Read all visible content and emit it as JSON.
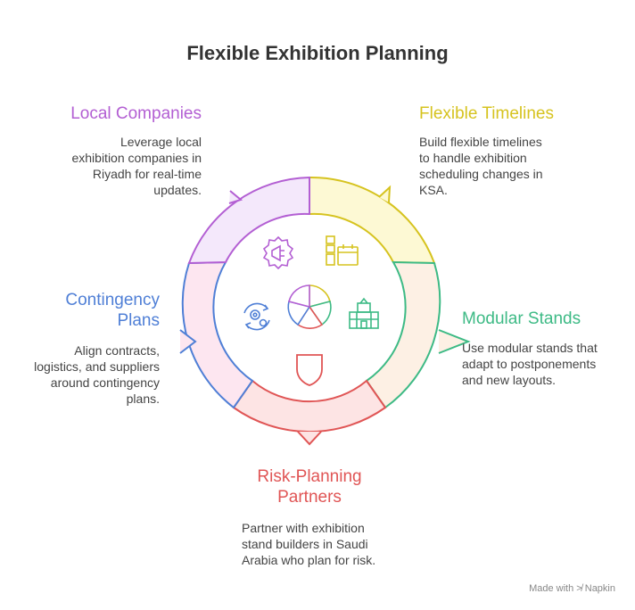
{
  "title": "Flexible Exhibition Planning",
  "sections": {
    "local": {
      "heading": "Local Companies",
      "lines": [
        "Leverage local",
        "exhibition companies in",
        "Riyadh for real-time",
        "updates."
      ],
      "color": "#b35fd3"
    },
    "timelines": {
      "heading": "Flexible Timelines",
      "lines": [
        "Build flexible timelines",
        "to handle exhibition",
        "scheduling changes in",
        "KSA."
      ],
      "color": "#d6c31f"
    },
    "modular": {
      "heading": "Modular Stands",
      "lines": [
        "Use modular stands that",
        "adapt to postponements",
        "and new layouts."
      ],
      "color": "#3dba85"
    },
    "risk": {
      "heading_lines": [
        "Risk-Planning",
        "Partners"
      ],
      "lines": [
        "Partner with exhibition",
        "stand builders in Saudi",
        "Arabia who plan for risk."
      ],
      "color": "#e05555"
    },
    "contingency": {
      "heading_lines": [
        "Contingency",
        "Plans"
      ],
      "lines": [
        "Align contracts,",
        "logistics, and suppliers",
        "around contingency",
        "plans."
      ],
      "color": "#4f7fd6"
    }
  },
  "icons": {
    "local": "megaphone-gear-icon",
    "timelines": "calendar-timeline-icon",
    "modular": "modular-building-icon",
    "risk": "shield-icon",
    "contingency": "sync-gears-icon",
    "center": "pie-chart-icon"
  },
  "footer": "Made with ≯ Napkin"
}
